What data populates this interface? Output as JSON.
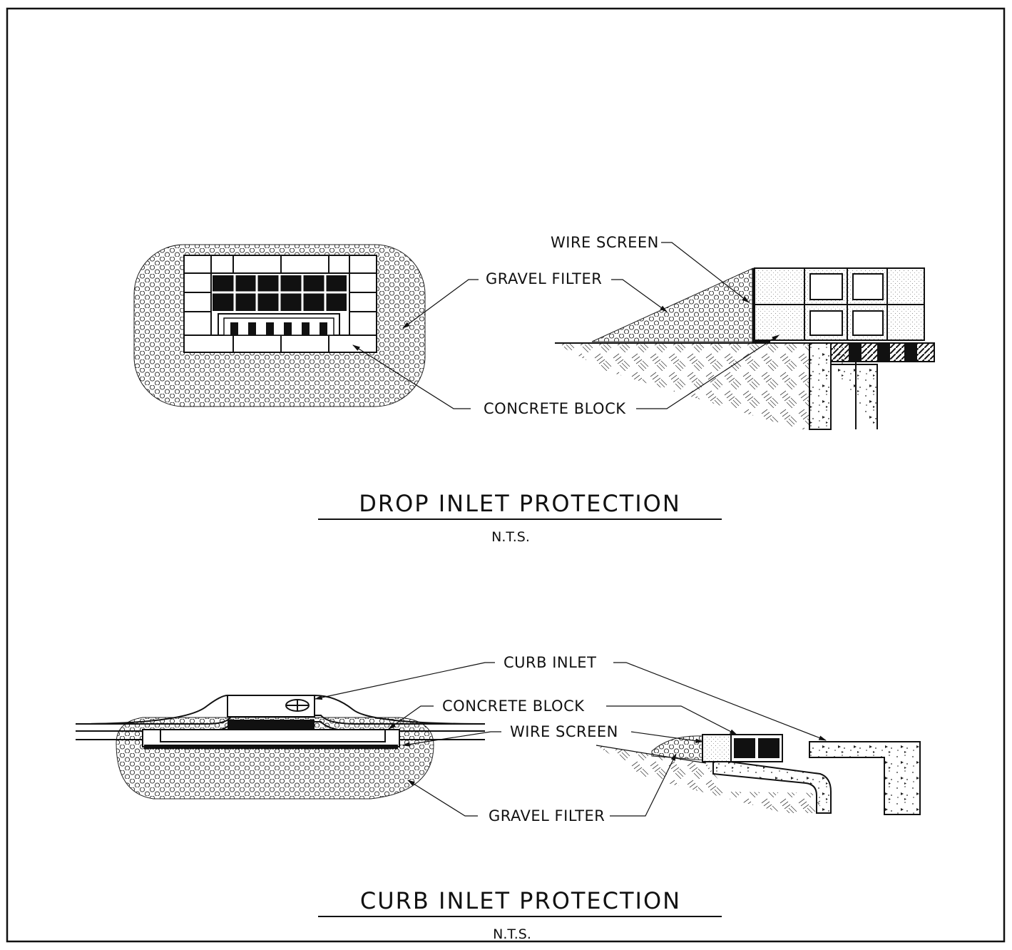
{
  "sheet": {
    "drop_section": {
      "title": "DROP INLET PROTECTION",
      "scale": "N.T.S.",
      "labels": {
        "wire_screen": "WIRE SCREEN",
        "gravel_filter": "GRAVEL FILTER",
        "concrete_block": "CONCRETE BLOCK"
      }
    },
    "curb_section": {
      "title": "CURB INLET PROTECTION",
      "scale": "N.T.S.",
      "labels": {
        "curb_inlet": "CURB INLET",
        "concrete_block": "CONCRETE BLOCK",
        "wire_screen": "WIRE SCREEN",
        "gravel_filter": "GRAVEL FILTER"
      }
    },
    "colors": {
      "ink": "#111111",
      "paper": "#ffffff"
    }
  }
}
